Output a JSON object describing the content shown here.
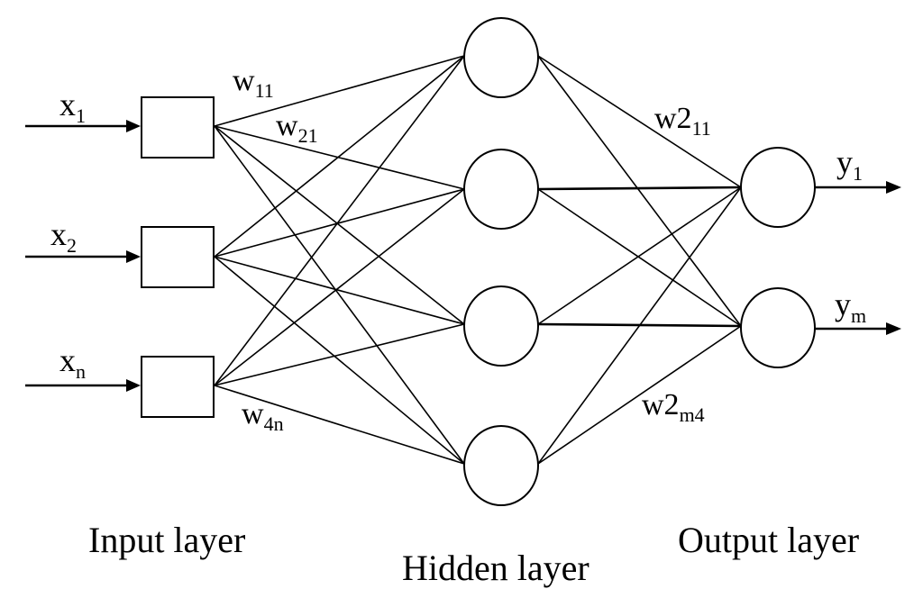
{
  "diagram": {
    "inputs": [
      {
        "base": "x",
        "sub": "1"
      },
      {
        "base": "x",
        "sub": "2"
      },
      {
        "base": "x",
        "sub": "n"
      }
    ],
    "outputs": [
      {
        "base": "y",
        "sub": "1"
      },
      {
        "base": "y",
        "sub": "m"
      }
    ],
    "hidden_node_count": 4,
    "weights": [
      {
        "base": "w",
        "sub": "11"
      },
      {
        "base": "w",
        "sub": "21"
      },
      {
        "base": "w",
        "sub": "4n"
      },
      {
        "base": "w2",
        "sub": "11"
      },
      {
        "base": "w2",
        "sub": "m4"
      }
    ],
    "layers": {
      "input": "Input layer",
      "hidden": "Hidden layer",
      "output": "Output layer"
    }
  }
}
